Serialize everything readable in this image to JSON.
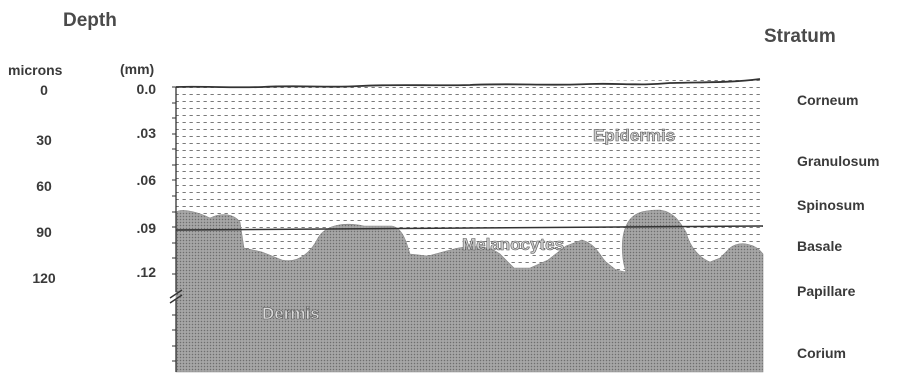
{
  "headers": {
    "depth": "Depth",
    "stratum": "Stratum",
    "microns": "microns",
    "mm": "(mm)"
  },
  "microns_ticks": [
    "0",
    "30",
    "60",
    "90",
    "120"
  ],
  "mm_ticks": [
    "0.0",
    ".03",
    ".06",
    ".09",
    ".12"
  ],
  "strata": [
    "Corneum",
    "Granulosum",
    "Spinosum",
    "Basale",
    "Papillare",
    "Corium"
  ],
  "regions": {
    "epidermis": "Epidermis",
    "melanocytes": "Melanocytes",
    "dermis": "Dermis"
  },
  "colors": {
    "epidermis_fill": "#ffffff",
    "epidermis_dots": "#6b6b6b",
    "dermis_fill": "#9a9a9a",
    "line": "#333333"
  }
}
